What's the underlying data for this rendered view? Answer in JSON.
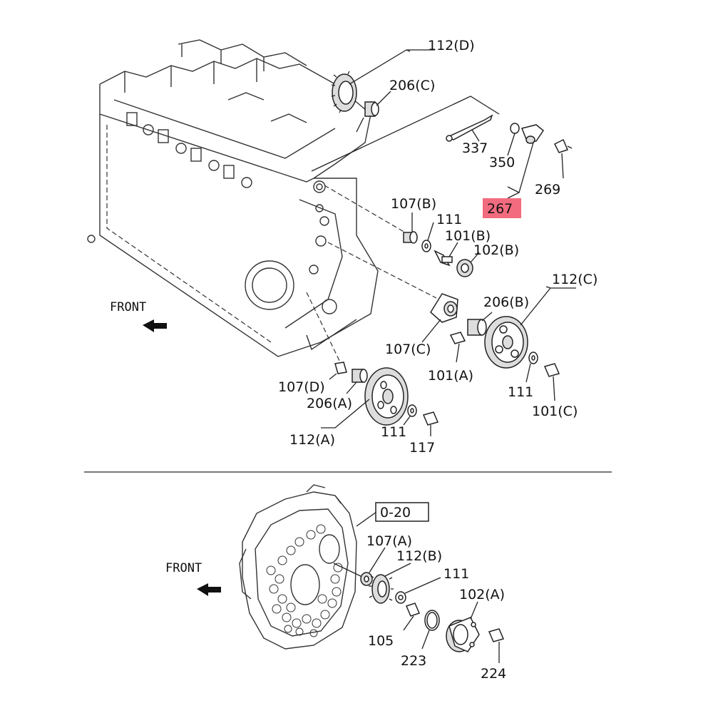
{
  "labels": {
    "p112D": "112(D)",
    "p206C": "206(C)",
    "p337": "337",
    "p350": "350",
    "p269": "269",
    "p267": "267",
    "p107B": "107(B)",
    "p111a": "111",
    "p101B": "101(B)",
    "p102B": "102(B)",
    "p112C": "112(C)",
    "p206B": "206(B)",
    "p107C": "107(C)",
    "p101A": "101(A)",
    "p111b": "111",
    "p101C": "101(C)",
    "p107D": "107(D)",
    "p206A": "206(A)",
    "p112A": "112(A)",
    "p111c": "111",
    "p117": "117",
    "ref020": "0-20",
    "p107A": "107(A)",
    "p112B": "112(B)",
    "p111d": "111",
    "p102A": "102(A)",
    "p105": "105",
    "p223": "223",
    "p224": "224"
  },
  "front_top": "FRONT",
  "front_bottom": "FRONT",
  "highlight_color": "#f26b7e"
}
